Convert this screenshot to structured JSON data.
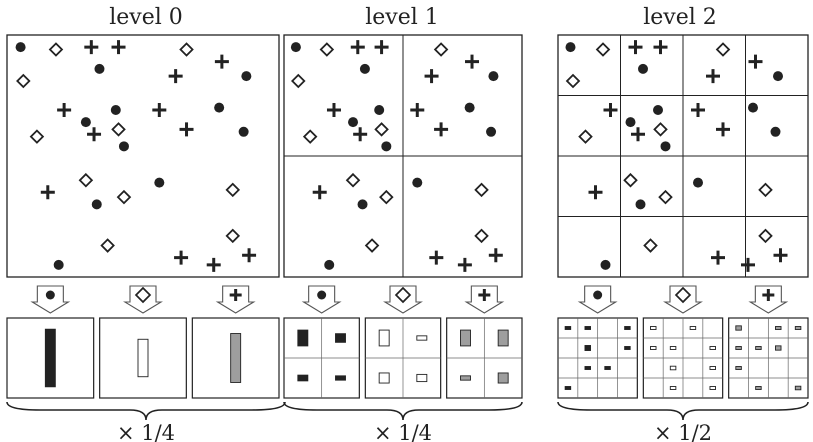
{
  "levels": [
    {
      "title": "level 0",
      "grid": 1,
      "scale_label": "× 1/4",
      "points": [
        {
          "t": "dot",
          "x": 0.05,
          "y": 0.05
        },
        {
          "t": "dia",
          "x": 0.18,
          "y": 0.06
        },
        {
          "t": "plus",
          "x": 0.31,
          "y": 0.05
        },
        {
          "t": "plus",
          "x": 0.41,
          "y": 0.05
        },
        {
          "t": "dia",
          "x": 0.66,
          "y": 0.06
        },
        {
          "t": "plus",
          "x": 0.79,
          "y": 0.11
        },
        {
          "t": "dot",
          "x": 0.34,
          "y": 0.14
        },
        {
          "t": "dia",
          "x": 0.06,
          "y": 0.19
        },
        {
          "t": "plus",
          "x": 0.62,
          "y": 0.17
        },
        {
          "t": "dot",
          "x": 0.88,
          "y": 0.17
        },
        {
          "t": "plus",
          "x": 0.21,
          "y": 0.31
        },
        {
          "t": "dot",
          "x": 0.4,
          "y": 0.31
        },
        {
          "t": "plus",
          "x": 0.56,
          "y": 0.31
        },
        {
          "t": "dot",
          "x": 0.78,
          "y": 0.3
        },
        {
          "t": "dot",
          "x": 0.29,
          "y": 0.36
        },
        {
          "t": "dia",
          "x": 0.41,
          "y": 0.39
        },
        {
          "t": "plus",
          "x": 0.32,
          "y": 0.41
        },
        {
          "t": "plus",
          "x": 0.66,
          "y": 0.39
        },
        {
          "t": "dot",
          "x": 0.87,
          "y": 0.4
        },
        {
          "t": "dia",
          "x": 0.11,
          "y": 0.42
        },
        {
          "t": "dot",
          "x": 0.43,
          "y": 0.46
        },
        {
          "t": "dia",
          "x": 0.29,
          "y": 0.6
        },
        {
          "t": "dot",
          "x": 0.56,
          "y": 0.61
        },
        {
          "t": "plus",
          "x": 0.15,
          "y": 0.65
        },
        {
          "t": "dia",
          "x": 0.43,
          "y": 0.67
        },
        {
          "t": "dot",
          "x": 0.33,
          "y": 0.7
        },
        {
          "t": "dia",
          "x": 0.83,
          "y": 0.64
        },
        {
          "t": "dia",
          "x": 0.83,
          "y": 0.83
        },
        {
          "t": "dia",
          "x": 0.37,
          "y": 0.87
        },
        {
          "t": "plus",
          "x": 0.64,
          "y": 0.92
        },
        {
          "t": "plus",
          "x": 0.76,
          "y": 0.95
        },
        {
          "t": "plus",
          "x": 0.89,
          "y": 0.91
        },
        {
          "t": "dot",
          "x": 0.19,
          "y": 0.95
        }
      ],
      "bars": {
        "dot": [
          [
            0,
            0,
            1.0
          ]
        ],
        "dia": [
          [
            0,
            0,
            0.65
          ]
        ],
        "plus": [
          [
            0,
            0,
            0.85
          ]
        ]
      }
    },
    {
      "title": "level 1",
      "grid": 2,
      "scale_label": "× 1/4",
      "points": [
        {
          "t": "dot",
          "x": 0.05,
          "y": 0.05
        },
        {
          "t": "dia",
          "x": 0.18,
          "y": 0.06
        },
        {
          "t": "plus",
          "x": 0.31,
          "y": 0.05
        },
        {
          "t": "plus",
          "x": 0.41,
          "y": 0.05
        },
        {
          "t": "dia",
          "x": 0.66,
          "y": 0.06
        },
        {
          "t": "plus",
          "x": 0.79,
          "y": 0.11
        },
        {
          "t": "dot",
          "x": 0.34,
          "y": 0.14
        },
        {
          "t": "dia",
          "x": 0.06,
          "y": 0.19
        },
        {
          "t": "plus",
          "x": 0.62,
          "y": 0.17
        },
        {
          "t": "dot",
          "x": 0.88,
          "y": 0.17
        },
        {
          "t": "plus",
          "x": 0.21,
          "y": 0.31
        },
        {
          "t": "dot",
          "x": 0.4,
          "y": 0.31
        },
        {
          "t": "plus",
          "x": 0.56,
          "y": 0.31
        },
        {
          "t": "dot",
          "x": 0.78,
          "y": 0.3
        },
        {
          "t": "dot",
          "x": 0.29,
          "y": 0.36
        },
        {
          "t": "dia",
          "x": 0.41,
          "y": 0.39
        },
        {
          "t": "plus",
          "x": 0.32,
          "y": 0.41
        },
        {
          "t": "plus",
          "x": 0.66,
          "y": 0.39
        },
        {
          "t": "dot",
          "x": 0.87,
          "y": 0.4
        },
        {
          "t": "dia",
          "x": 0.11,
          "y": 0.42
        },
        {
          "t": "dot",
          "x": 0.43,
          "y": 0.46
        },
        {
          "t": "dia",
          "x": 0.29,
          "y": 0.6
        },
        {
          "t": "dot",
          "x": 0.56,
          "y": 0.61
        },
        {
          "t": "plus",
          "x": 0.15,
          "y": 0.65
        },
        {
          "t": "dia",
          "x": 0.43,
          "y": 0.67
        },
        {
          "t": "dot",
          "x": 0.33,
          "y": 0.7
        },
        {
          "t": "dia",
          "x": 0.83,
          "y": 0.64
        },
        {
          "t": "dia",
          "x": 0.83,
          "y": 0.83
        },
        {
          "t": "dia",
          "x": 0.37,
          "y": 0.87
        },
        {
          "t": "plus",
          "x": 0.64,
          "y": 0.92
        },
        {
          "t": "plus",
          "x": 0.76,
          "y": 0.95
        },
        {
          "t": "plus",
          "x": 0.89,
          "y": 0.91
        },
        {
          "t": "dot",
          "x": 0.19,
          "y": 0.95
        }
      ],
      "bars": {
        "dot": [
          [
            0,
            0,
            0.55
          ],
          [
            0,
            1,
            0.3
          ],
          [
            1,
            0,
            0.2
          ],
          [
            1,
            1,
            0.15
          ]
        ],
        "dia": [
          [
            0,
            0,
            0.55
          ],
          [
            0,
            1,
            0.15
          ],
          [
            1,
            0,
            0.35
          ],
          [
            1,
            1,
            0.25
          ]
        ],
        "plus": [
          [
            0,
            0,
            0.55
          ],
          [
            0,
            1,
            0.55
          ],
          [
            1,
            0,
            0.15
          ],
          [
            1,
            1,
            0.35
          ]
        ]
      }
    },
    {
      "title": "level 2",
      "grid": 4,
      "scale_label": "× 1/2",
      "points": [
        {
          "t": "dot",
          "x": 0.05,
          "y": 0.05
        },
        {
          "t": "dia",
          "x": 0.18,
          "y": 0.06
        },
        {
          "t": "plus",
          "x": 0.31,
          "y": 0.05
        },
        {
          "t": "plus",
          "x": 0.41,
          "y": 0.05
        },
        {
          "t": "dia",
          "x": 0.66,
          "y": 0.06
        },
        {
          "t": "plus",
          "x": 0.79,
          "y": 0.11
        },
        {
          "t": "dot",
          "x": 0.34,
          "y": 0.14
        },
        {
          "t": "dia",
          "x": 0.06,
          "y": 0.19
        },
        {
          "t": "plus",
          "x": 0.62,
          "y": 0.17
        },
        {
          "t": "dot",
          "x": 0.88,
          "y": 0.17
        },
        {
          "t": "plus",
          "x": 0.21,
          "y": 0.31
        },
        {
          "t": "dot",
          "x": 0.4,
          "y": 0.31
        },
        {
          "t": "plus",
          "x": 0.56,
          "y": 0.31
        },
        {
          "t": "dot",
          "x": 0.78,
          "y": 0.3
        },
        {
          "t": "dot",
          "x": 0.29,
          "y": 0.36
        },
        {
          "t": "dia",
          "x": 0.41,
          "y": 0.39
        },
        {
          "t": "plus",
          "x": 0.32,
          "y": 0.41
        },
        {
          "t": "plus",
          "x": 0.66,
          "y": 0.39
        },
        {
          "t": "dot",
          "x": 0.87,
          "y": 0.4
        },
        {
          "t": "dia",
          "x": 0.11,
          "y": 0.42
        },
        {
          "t": "dot",
          "x": 0.43,
          "y": 0.46
        },
        {
          "t": "dia",
          "x": 0.29,
          "y": 0.6
        },
        {
          "t": "dot",
          "x": 0.56,
          "y": 0.61
        },
        {
          "t": "plus",
          "x": 0.15,
          "y": 0.65
        },
        {
          "t": "dia",
          "x": 0.43,
          "y": 0.67
        },
        {
          "t": "dot",
          "x": 0.33,
          "y": 0.7
        },
        {
          "t": "dia",
          "x": 0.83,
          "y": 0.64
        },
        {
          "t": "dia",
          "x": 0.83,
          "y": 0.83
        },
        {
          "t": "dia",
          "x": 0.37,
          "y": 0.87
        },
        {
          "t": "plus",
          "x": 0.64,
          "y": 0.92
        },
        {
          "t": "plus",
          "x": 0.76,
          "y": 0.95
        },
        {
          "t": "plus",
          "x": 0.89,
          "y": 0.91
        },
        {
          "t": "dot",
          "x": 0.19,
          "y": 0.95
        }
      ],
      "bars": {
        "dot": [
          [
            0,
            0,
            0.1
          ],
          [
            0,
            1,
            0.1
          ],
          [
            0,
            3,
            0.1
          ],
          [
            1,
            1,
            0.35
          ],
          [
            1,
            3,
            0.2
          ],
          [
            2,
            1,
            0.1
          ],
          [
            2,
            2,
            0.1
          ],
          [
            3,
            0,
            0.1
          ]
        ],
        "dia": [
          [
            0,
            0,
            0.2
          ],
          [
            0,
            2,
            0.1
          ],
          [
            1,
            0,
            0.1
          ],
          [
            1,
            1,
            0.1
          ],
          [
            1,
            3,
            0.1
          ],
          [
            2,
            1,
            0.25
          ],
          [
            2,
            3,
            0.1
          ],
          [
            3,
            1,
            0.1
          ],
          [
            3,
            3,
            0.1
          ]
        ],
        "plus": [
          [
            0,
            0,
            0.3
          ],
          [
            0,
            2,
            0.1
          ],
          [
            0,
            3,
            0.1
          ],
          [
            1,
            0,
            0.1
          ],
          [
            1,
            1,
            0.1
          ],
          [
            1,
            2,
            0.3
          ],
          [
            2,
            0,
            0.1
          ],
          [
            3,
            1,
            0.1
          ],
          [
            3,
            3,
            0.25
          ]
        ]
      }
    }
  ],
  "colors": {
    "ink": "#222222",
    "line": "#555555",
    "plus_fill": "#9e9e9e",
    "dia_fill": "#ffffff",
    "dot_fill": "#222222"
  }
}
